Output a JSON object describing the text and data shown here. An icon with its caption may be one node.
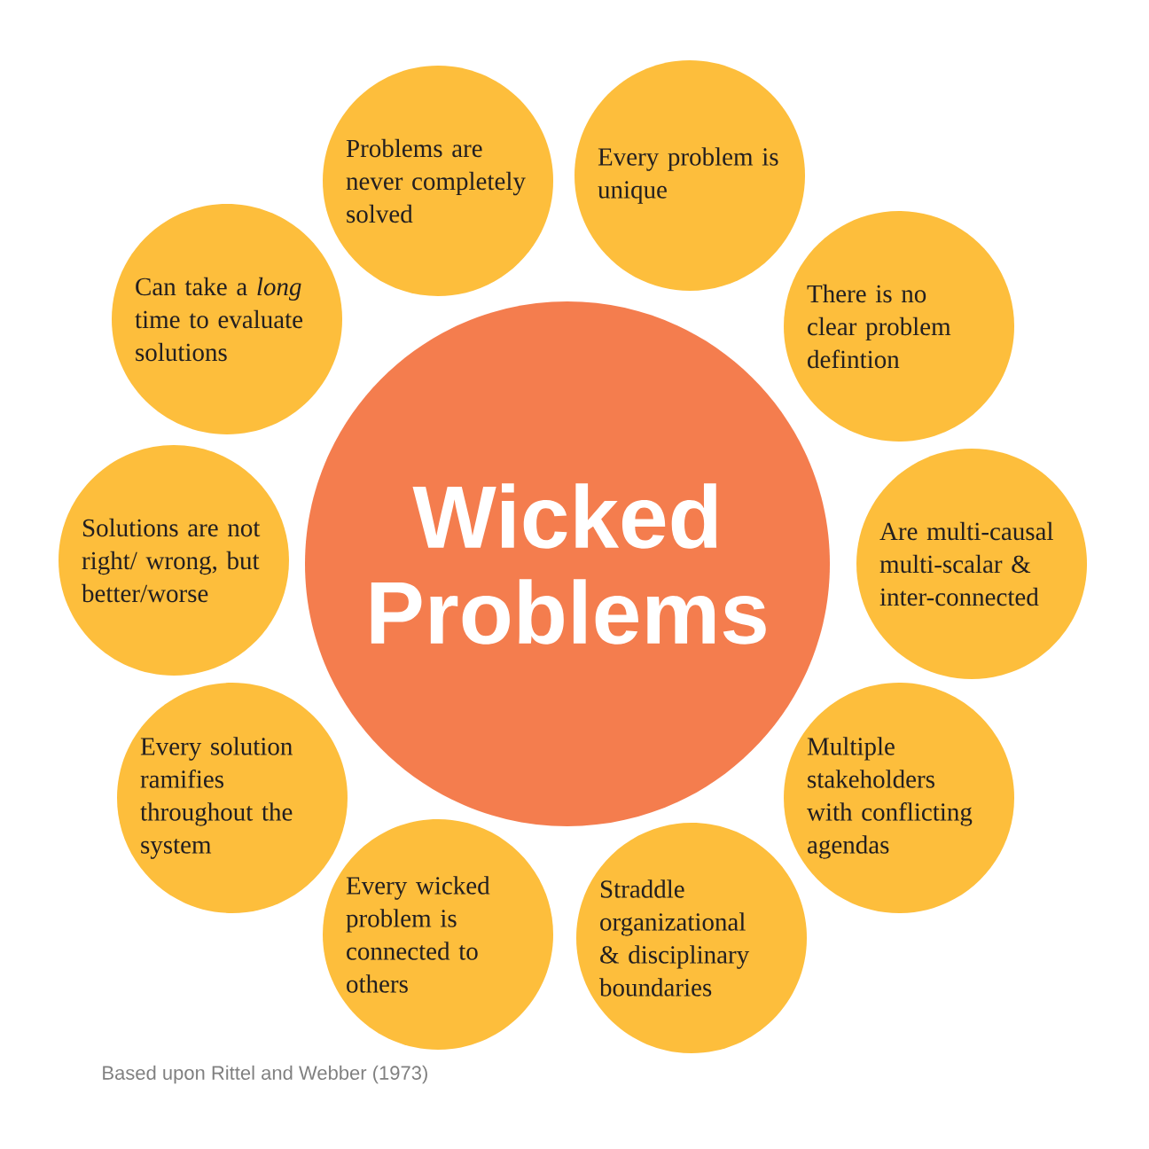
{
  "diagram": {
    "caption": "Based upon Rittel and Webber (1973)",
    "nodes": [
      {
        "text": [
          "Wicked Problems"
        ]
      },
      {
        "text": [
          "Problems are never completely solved"
        ]
      },
      {
        "text": [
          "Every problem is unique"
        ]
      },
      {
        "text": [
          "There is no clear problem defintion"
        ]
      },
      {
        "text": [
          "Are multi-causal multi-scalar & inter-connected"
        ]
      },
      {
        "text": [
          "Multiple stakeholders with conflicting agendas"
        ]
      },
      {
        "text": [
          "Straddle organizational & disciplinary boundaries"
        ]
      },
      {
        "text": [
          "Every wicked problem is connected to others"
        ]
      },
      {
        "text": [
          "Every solution ramifies throughout the system"
        ]
      },
      {
        "text": [
          "Solutions are not right/ wrong, but better/worse"
        ]
      },
      {
        "text": [
          "Can take a *long* time to evaluate solutions"
        ]
      }
    ]
  }
}
